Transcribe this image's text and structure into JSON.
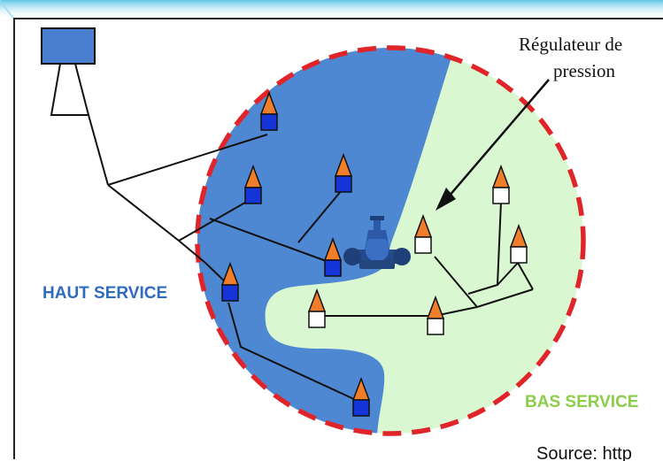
{
  "diagram": {
    "regulator_label_line1": "Régulateur de",
    "regulator_label_line2": "pression",
    "high_service_label": "HAUT SERVICE",
    "low_service_label": "BAS SERVICE",
    "source_label": "Source: http"
  },
  "colors": {
    "high_zone": "#4f88d2",
    "low_zone": "#d9f7d0",
    "boundary": "#e0252a",
    "tank_fill": "#4a7fd0",
    "node_top": "#f07d2a",
    "node_high": "#1535d8",
    "node_low": "#ffffff"
  }
}
